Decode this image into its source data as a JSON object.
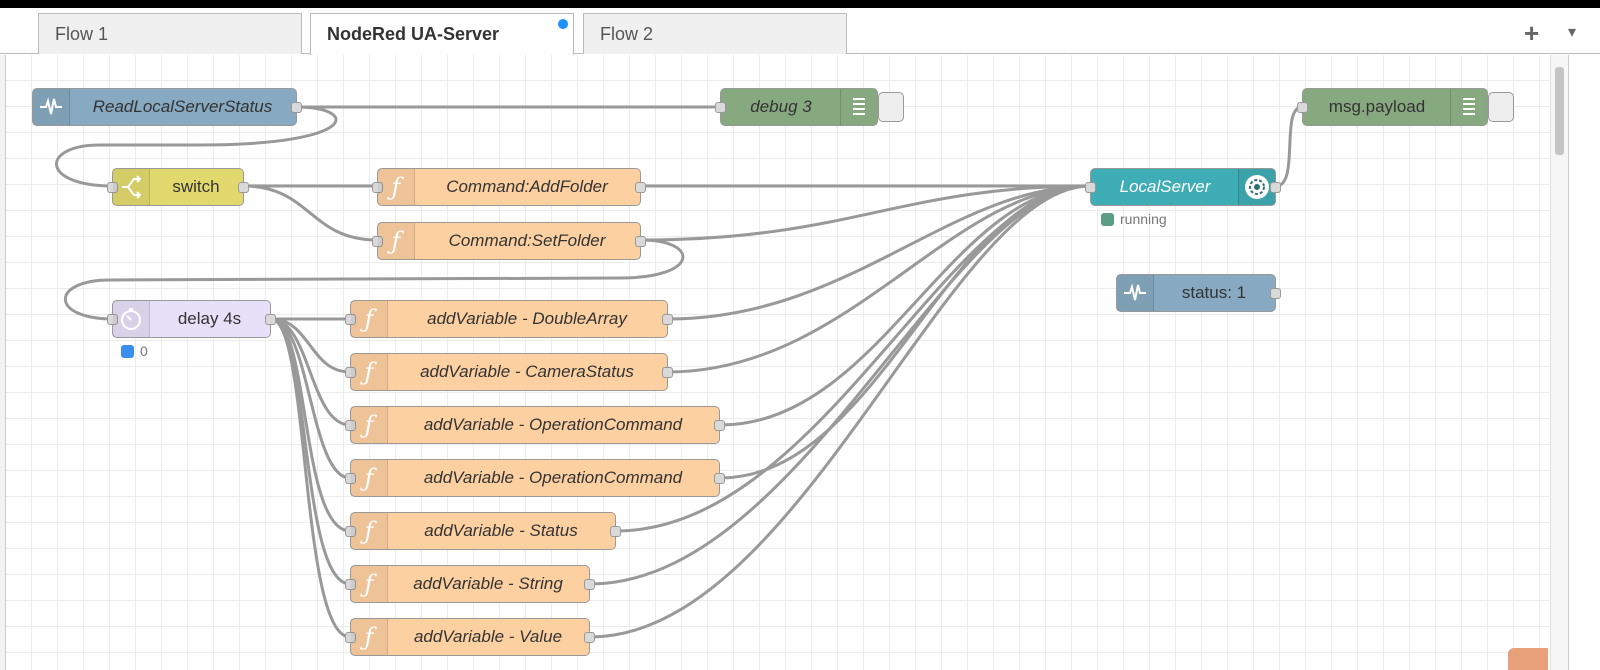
{
  "tabs": [
    {
      "label": "Flow 1",
      "active": false
    },
    {
      "label": "NodeRed UA-Server",
      "active": true,
      "changed": true
    },
    {
      "label": "Flow 2",
      "active": false
    }
  ],
  "tab_actions": {
    "add": "+",
    "menu": "▾"
  },
  "nodes": {
    "read_status": {
      "label": "ReadLocalServerStatus",
      "type": "status",
      "color": "#87A9C1"
    },
    "debug3": {
      "label": "debug 3",
      "type": "debug",
      "color": "#87A980"
    },
    "msg_payload": {
      "label": "msg.payload",
      "type": "debug",
      "color": "#87A980"
    },
    "switch": {
      "label": "switch",
      "type": "switch",
      "color": "#E2D96E"
    },
    "cmd_addfolder": {
      "label": "Command:AddFolder",
      "type": "function",
      "color": "#FDD0A2"
    },
    "cmd_setfolder": {
      "label": "Command:SetFolder",
      "type": "function",
      "color": "#FDD0A2"
    },
    "local_server": {
      "label": "LocalServer",
      "type": "opcua-server",
      "color": "#3FADB5",
      "status": "running",
      "status_color": "#5a9e84"
    },
    "status1": {
      "label": "status: 1",
      "type": "status",
      "color": "#87A9C1"
    },
    "delay": {
      "label": "delay 4s",
      "type": "delay",
      "color": "#E6E0F8",
      "status": "0",
      "status_color": "#3a8ef0"
    },
    "add_doublearray": {
      "label": "addVariable - DoubleArray",
      "type": "function",
      "color": "#FDD0A2"
    },
    "add_camerastatus": {
      "label": "addVariable - CameraStatus",
      "type": "function",
      "color": "#FDD0A2"
    },
    "add_opcommand1": {
      "label": "addVariable - OperationCommand",
      "type": "function",
      "color": "#FDD0A2"
    },
    "add_opcommand2": {
      "label": "addVariable - OperationCommand",
      "type": "function",
      "color": "#FDD0A2"
    },
    "add_status": {
      "label": "addVariable - Status",
      "type": "function",
      "color": "#FDD0A2"
    },
    "add_string": {
      "label": "addVariable - String",
      "type": "function",
      "color": "#FDD0A2"
    },
    "add_value": {
      "label": "addVariable - Value",
      "type": "function",
      "color": "#FDD0A2"
    }
  },
  "wire_color": "#999999"
}
